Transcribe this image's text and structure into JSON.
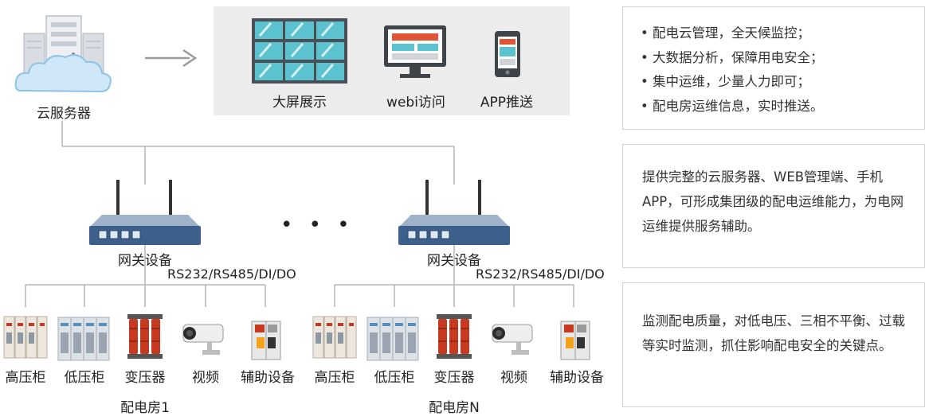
{
  "cloud": {
    "label": "云服务器"
  },
  "displays": [
    {
      "label": "大屏展示",
      "icon": "video-wall-icon"
    },
    {
      "label": "webi访问",
      "icon": "desktop-monitor-icon"
    },
    {
      "label": "APP推送",
      "icon": "smartphone-icon"
    }
  ],
  "gateways": [
    {
      "label": "网关设备",
      "protocol": "RS232/RS485/DI/DO",
      "room": "配电房1"
    },
    {
      "label": "网关设备",
      "protocol": "RS232/RS485/DI/DO",
      "room": "配电房N"
    }
  ],
  "ellipsis": "• • •",
  "devices": [
    {
      "label": "高压柜",
      "icon": "high-voltage-cabinet-icon"
    },
    {
      "label": "低压柜",
      "icon": "low-voltage-cabinet-icon"
    },
    {
      "label": "变压器",
      "icon": "transformer-icon"
    },
    {
      "label": "视频",
      "icon": "camera-icon"
    },
    {
      "label": "辅助设备",
      "icon": "breaker-icon"
    }
  ],
  "panels": {
    "features": [
      "• 配电云管理，全天候监控；",
      "• 大数据分析，保障用电安全；",
      "• 集中运维，少量人力即可；",
      "• 配电房运维信息，实时推送。"
    ],
    "platform": "提供完整的云服务器、WEB管理端、手机APP，可形成集团级的配电运维能力，为电网运维提供服务辅助。",
    "monitoring": "监测配电质量，对低电压、三相不平衡、过载等实时监测，抓住影响配电安全的关键点。"
  },
  "colors": {
    "line": "#b5b5b5",
    "panel_bg": "#ececec",
    "gateway": "#3d5f8c",
    "screen_teal": "#5bc3cf",
    "accent_red": "#e15436"
  }
}
